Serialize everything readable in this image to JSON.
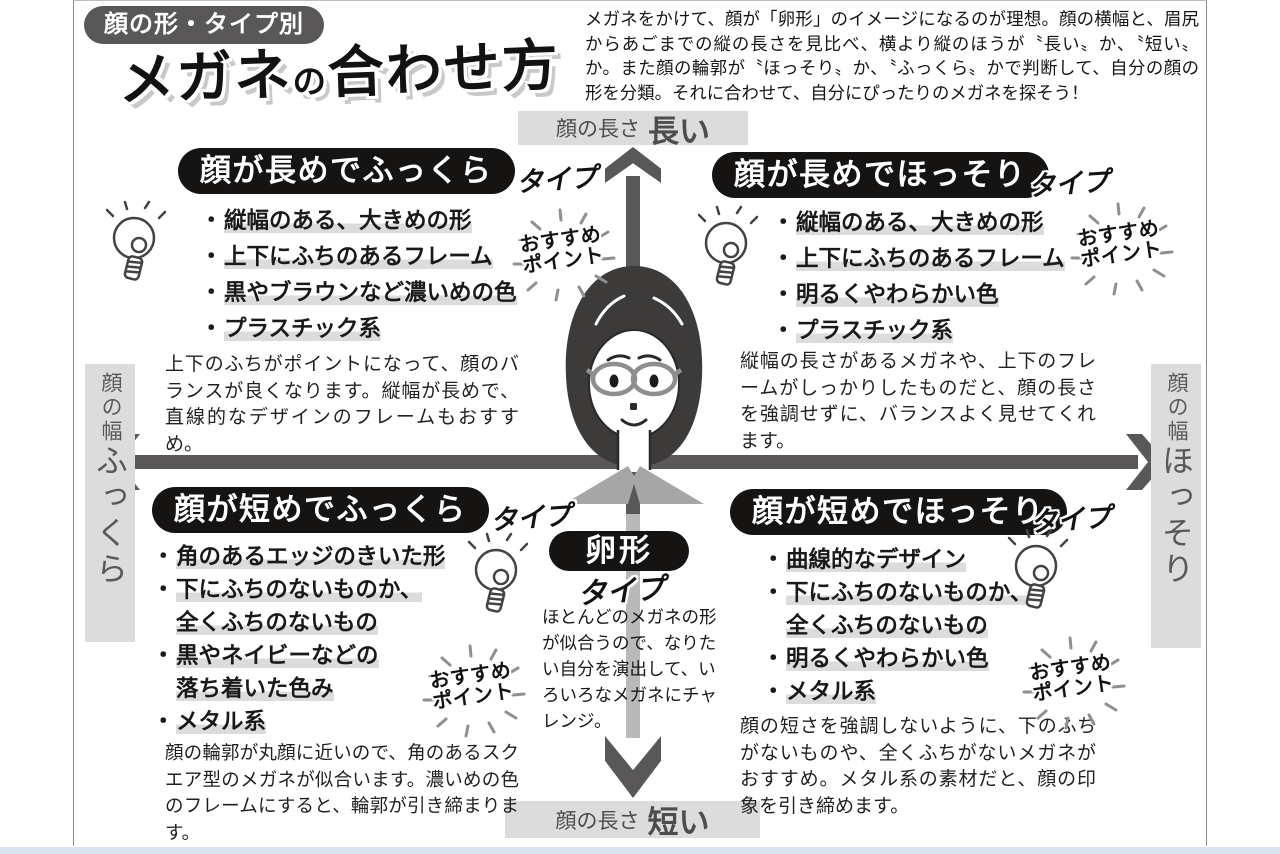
{
  "header": {
    "badge": "顔の形・タイプ別",
    "title_part1": "メガネ",
    "title_no": "の",
    "title_part2": "合わせ方",
    "intro": "メガネをかけて、顔が「卵形」のイメージになるのが理想。顔の横幅と、眉尻からあごまでの縦の長さを見比べ、横より縦のほうが〝長い〟か、〝短い〟か。また顔の輪郭が〝ほっそり〟か、〝ふっくら〟かで判断して、自分の顔の形を分類。それに合わせて、自分にぴったりのメガネを探そう！"
  },
  "axes": {
    "top": {
      "prefix": "顔の長さ",
      "value": "長い"
    },
    "bottom": {
      "prefix": "顔の長さ",
      "value": "短い"
    },
    "left": {
      "prefix": "顔の幅",
      "value": "ふっくら"
    },
    "right": {
      "prefix": "顔の幅",
      "value": "ほっそり"
    }
  },
  "labels": {
    "type_suffix": "タイプ",
    "recommend_line1": "おすすめ",
    "recommend_line2": "ポイント"
  },
  "ui": {
    "bullet": "・"
  },
  "icons": {
    "lightbulb": "lightbulb-idea-icon",
    "burst": "sparkle-burst-icon",
    "face": "woman-with-glasses-illustration"
  },
  "quadrants": [
    {
      "position": "top-left",
      "title": "顔が長めでふっくら",
      "bullets": [
        "縦幅のある、大きめの形",
        "上下にふちのあるフレーム",
        "黒やブラウンなど濃いめの色",
        "プラスチック系"
      ],
      "description": "上下のふちがポイントになって、顔のバランスが良くなります。縦幅が長めで、直線的なデザインのフレームもおすすめ。"
    },
    {
      "position": "top-right",
      "title": "顔が長めでほっそり",
      "bullets": [
        "縦幅のある、大きめの形",
        "上下にふちのあるフレーム",
        "明るくやわらかい色",
        "プラスチック系"
      ],
      "description": "縦幅の長さがあるメガネや、上下のフレームがしっかりしたものだと、顔の長さを強調せずに、バランスよく見せてくれます。"
    },
    {
      "position": "bottom-left",
      "title": "顔が短めでふっくら",
      "bullets": [
        "角のあるエッジのきいた形",
        "下にふちのないものか、\n全くふちのないもの",
        "黒やネイビーなどの\n落ち着いた色み",
        "メタル系"
      ],
      "description": "顔の輪郭が丸顔に近いので、角のあるスクエア型のメガネが似合います。濃いめの色のフレームにすると、輪郭が引き締まります。"
    },
    {
      "position": "bottom-right",
      "title": "顔が短めでほっそり",
      "bullets": [
        "曲線的なデザイン",
        "下にふちのないものか、\n全くふちのないもの",
        "明るくやわらかい色",
        "メタル系"
      ],
      "description": "顔の短さを強調しないように、下のふちがないものや、全くふちがないメガネがおすすめ。メタル系の素材だと、顔の印象を引き締めます。"
    }
  ],
  "center": {
    "egg_label": "卵形",
    "type_suffix": "タイプ",
    "description": "ほとんどのメガネの形が似合うので、なりたい自分を演出して、いろいろなメガネにチャレンジ。"
  },
  "colors": {
    "dark_gray": "#595757",
    "pill_black": "#161313",
    "highlight_gray": "#dcdcdc",
    "arrow_light_gray": "#b9b9b9",
    "bottom_strip_blue": "#dbe4ee"
  }
}
